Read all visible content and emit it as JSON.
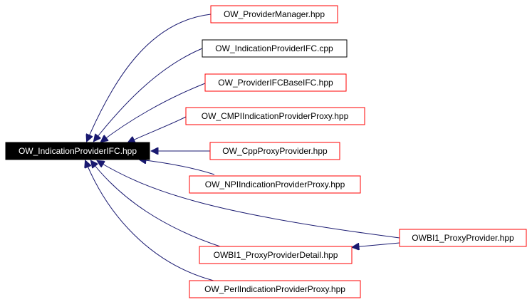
{
  "graph": {
    "edge_color": "#191970",
    "border_documented": "#ff0000",
    "border_plain": "#000000",
    "root_fill": "#000000",
    "root_text_color": "#ffffff",
    "root": {
      "label": "OW_IndicationProviderIFC.hpp"
    },
    "nodes": [
      {
        "id": "n1",
        "label": "OW_ProviderManager.hpp",
        "border": "red"
      },
      {
        "id": "n2",
        "label": "OW_IndicationProviderIFC.cpp",
        "border": "black"
      },
      {
        "id": "n3",
        "label": "OW_ProviderIFCBaseIFC.hpp",
        "border": "red"
      },
      {
        "id": "n4",
        "label": "OW_CMPIIndicationProviderProxy.hpp",
        "border": "red"
      },
      {
        "id": "n5",
        "label": "OW_CppProxyProvider.hpp",
        "border": "red"
      },
      {
        "id": "n6",
        "label": "OW_NPIIndicationProviderProxy.hpp",
        "border": "red"
      },
      {
        "id": "n7",
        "label": "OWBI1_ProxyProvider.hpp",
        "border": "red"
      },
      {
        "id": "n8",
        "label": "OWBI1_ProxyProviderDetail.hpp",
        "border": "red"
      },
      {
        "id": "n9",
        "label": "OW_PerlIndicationProviderProxy.hpp",
        "border": "red"
      }
    ]
  }
}
